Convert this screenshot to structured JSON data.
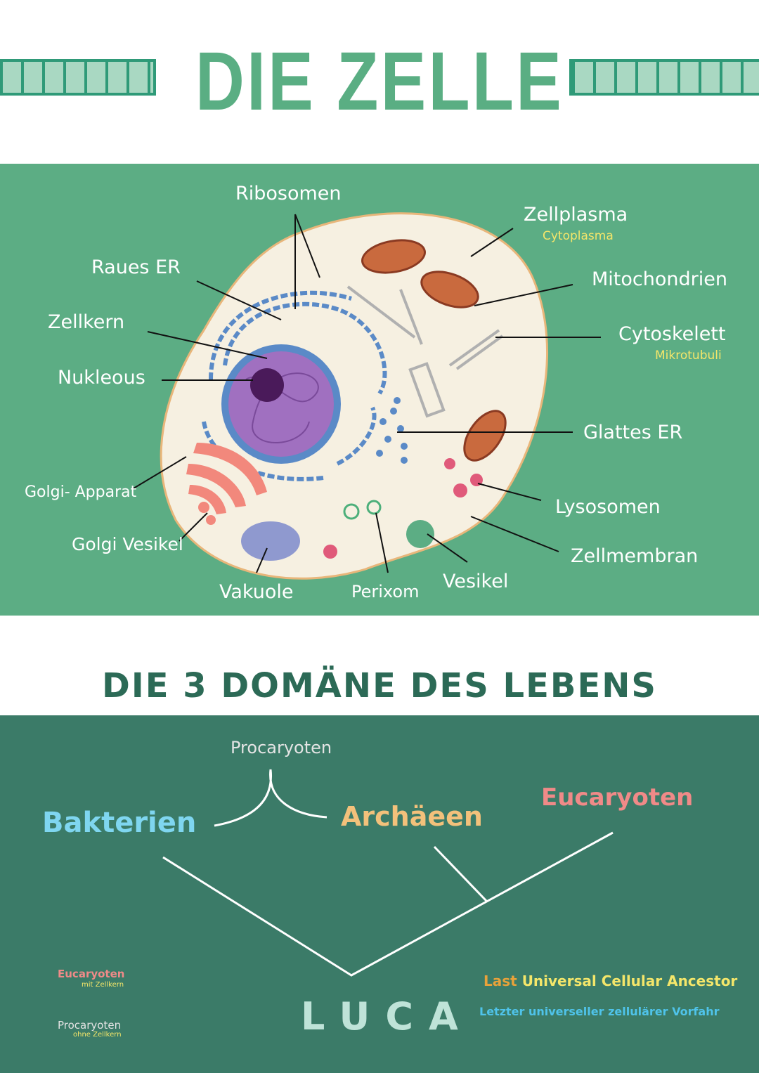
{
  "title": "DIE ZELLE",
  "cell_labels": {
    "ribosomen": "Ribosomen",
    "zellplasma": "Zellplasma",
    "cytoplasma": "Cytoplasma",
    "raues_er": "Raues ER",
    "mitochondrien": "Mitochondrien",
    "zellkern": "Zellkern",
    "cytoskelett": "Cytoskelett",
    "mikrotubuli": "Mikrotubuli",
    "nukleous": "Nukleous",
    "glattes_er": "Glattes ER",
    "golgi_apparat": "Golgi- Apparat",
    "lysosomen": "Lysosomen",
    "golgi_vesikel": "Golgi Vesikel",
    "zellmembran": "Zellmembran",
    "vakuole": "Vakuole",
    "perixom": "Perixom",
    "vesikel": "Vesikel"
  },
  "section2_title": "DIE 3 DOMÄNE DES LEBENS",
  "tree": {
    "procaryoten": "Procaryoten",
    "bakterien": "Bakterien",
    "archaeen": "Archäeen",
    "eucaryoten": "Eucaryoten",
    "root": "LUCA"
  },
  "legend": {
    "eucaryoten": "Eucaryoten",
    "eucaryoten_sub": "mit Zellkern",
    "procaryoten": "Procaryoten",
    "procaryoten_sub": "ohne Zellkern"
  },
  "luca_en": [
    "Last",
    "Universal",
    "Cellular",
    "Ancestor"
  ],
  "luca_de": "Letzter universeller zellulärer Vorfahr",
  "colors": {
    "title_green": "#5aae83",
    "panel_green": "#5cad84",
    "panel_dark": "#3b7b68",
    "bakterien": "#7fd6f0",
    "archaeen": "#f3c17b",
    "eucaryoten": "#f08a88",
    "luca": "#bfe3d8"
  }
}
